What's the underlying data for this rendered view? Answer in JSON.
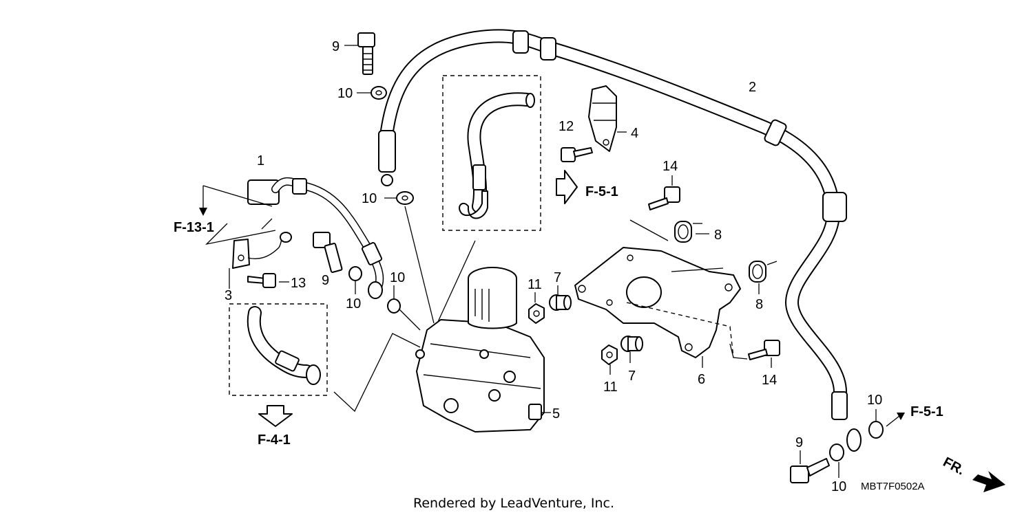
{
  "diagram": {
    "callouts": {
      "c1": "1",
      "c2": "2",
      "c3": "3",
      "c4": "4",
      "c5": "5",
      "c6": "6",
      "c7a": "7",
      "c7b": "7",
      "c8a": "8",
      "c8b": "8",
      "c9a": "9",
      "c9b": "9",
      "c9c": "9",
      "c10a": "10",
      "c10b": "10",
      "c10c": "10",
      "c10d": "10",
      "c10e": "10",
      "c10f": "10",
      "c11a": "11",
      "c11b": "11",
      "c12": "12",
      "c13": "13",
      "c14a": "14",
      "c14b": "14"
    },
    "references": {
      "f13": "F-13-1",
      "f51a": "F-5-1",
      "f51b": "F-5-1",
      "f41": "F-4-1"
    },
    "diagram_code": "MBT7F0502A",
    "credit": "Rendered by LeadVenture, Inc.",
    "direction_label": "FR."
  }
}
